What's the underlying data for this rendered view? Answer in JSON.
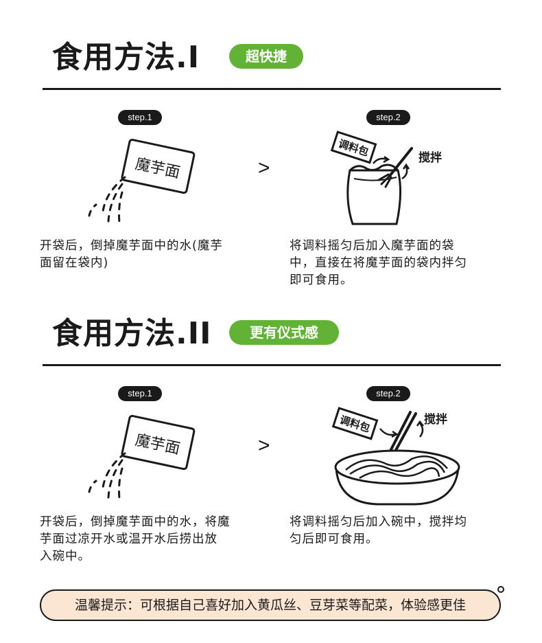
{
  "method1": {
    "title": "食用方法.I",
    "tag": "超快捷",
    "step1": {
      "badge": "step.1",
      "bag_label": "魔芋面",
      "desc_lines": [
        "开袋后，倒掉魔芋面中的水(魔芋",
        "面留在袋内)"
      ]
    },
    "separator": ">",
    "step2": {
      "badge": "step.2",
      "packet_label": "调料包",
      "action_label": "搅拌",
      "desc_lines": [
        "将调料摇匀后加入魔芋面的袋",
        "中，直接在将魔芋面的袋内拌匀",
        "即可食用。"
      ]
    }
  },
  "method2": {
    "title": "食用方法.II",
    "tag": "更有仪式感",
    "step1": {
      "badge": "step.1",
      "bag_label": "魔芋面",
      "desc_lines": [
        "开袋后，倒掉魔芋面中的水，将魔",
        "芋面过凉开水或温开水后捞出放",
        "入碗中。"
      ]
    },
    "separator": ">",
    "step2": {
      "badge": "step.2",
      "packet_label": "调料包",
      "action_label": "搅拌",
      "desc_lines": [
        "将调料摇匀后加入碗中，搅拌均",
        "匀后即可食用。"
      ]
    }
  },
  "tip": {
    "text": "温馨提示：可根据自己喜好加入黄瓜丝、豆芽菜等配菜，体验感更佳"
  },
  "colors": {
    "accent_green": "#62b236",
    "tip_background": "#fbe5d3",
    "ink": "#1a1a1a"
  },
  "icons": [
    "pouring-bag-icon",
    "seasoning-packet-icon",
    "fork-icon",
    "pouch-icon",
    "chopsticks-icon",
    "noodle-bowl-icon",
    "stir-arrow-icon"
  ]
}
